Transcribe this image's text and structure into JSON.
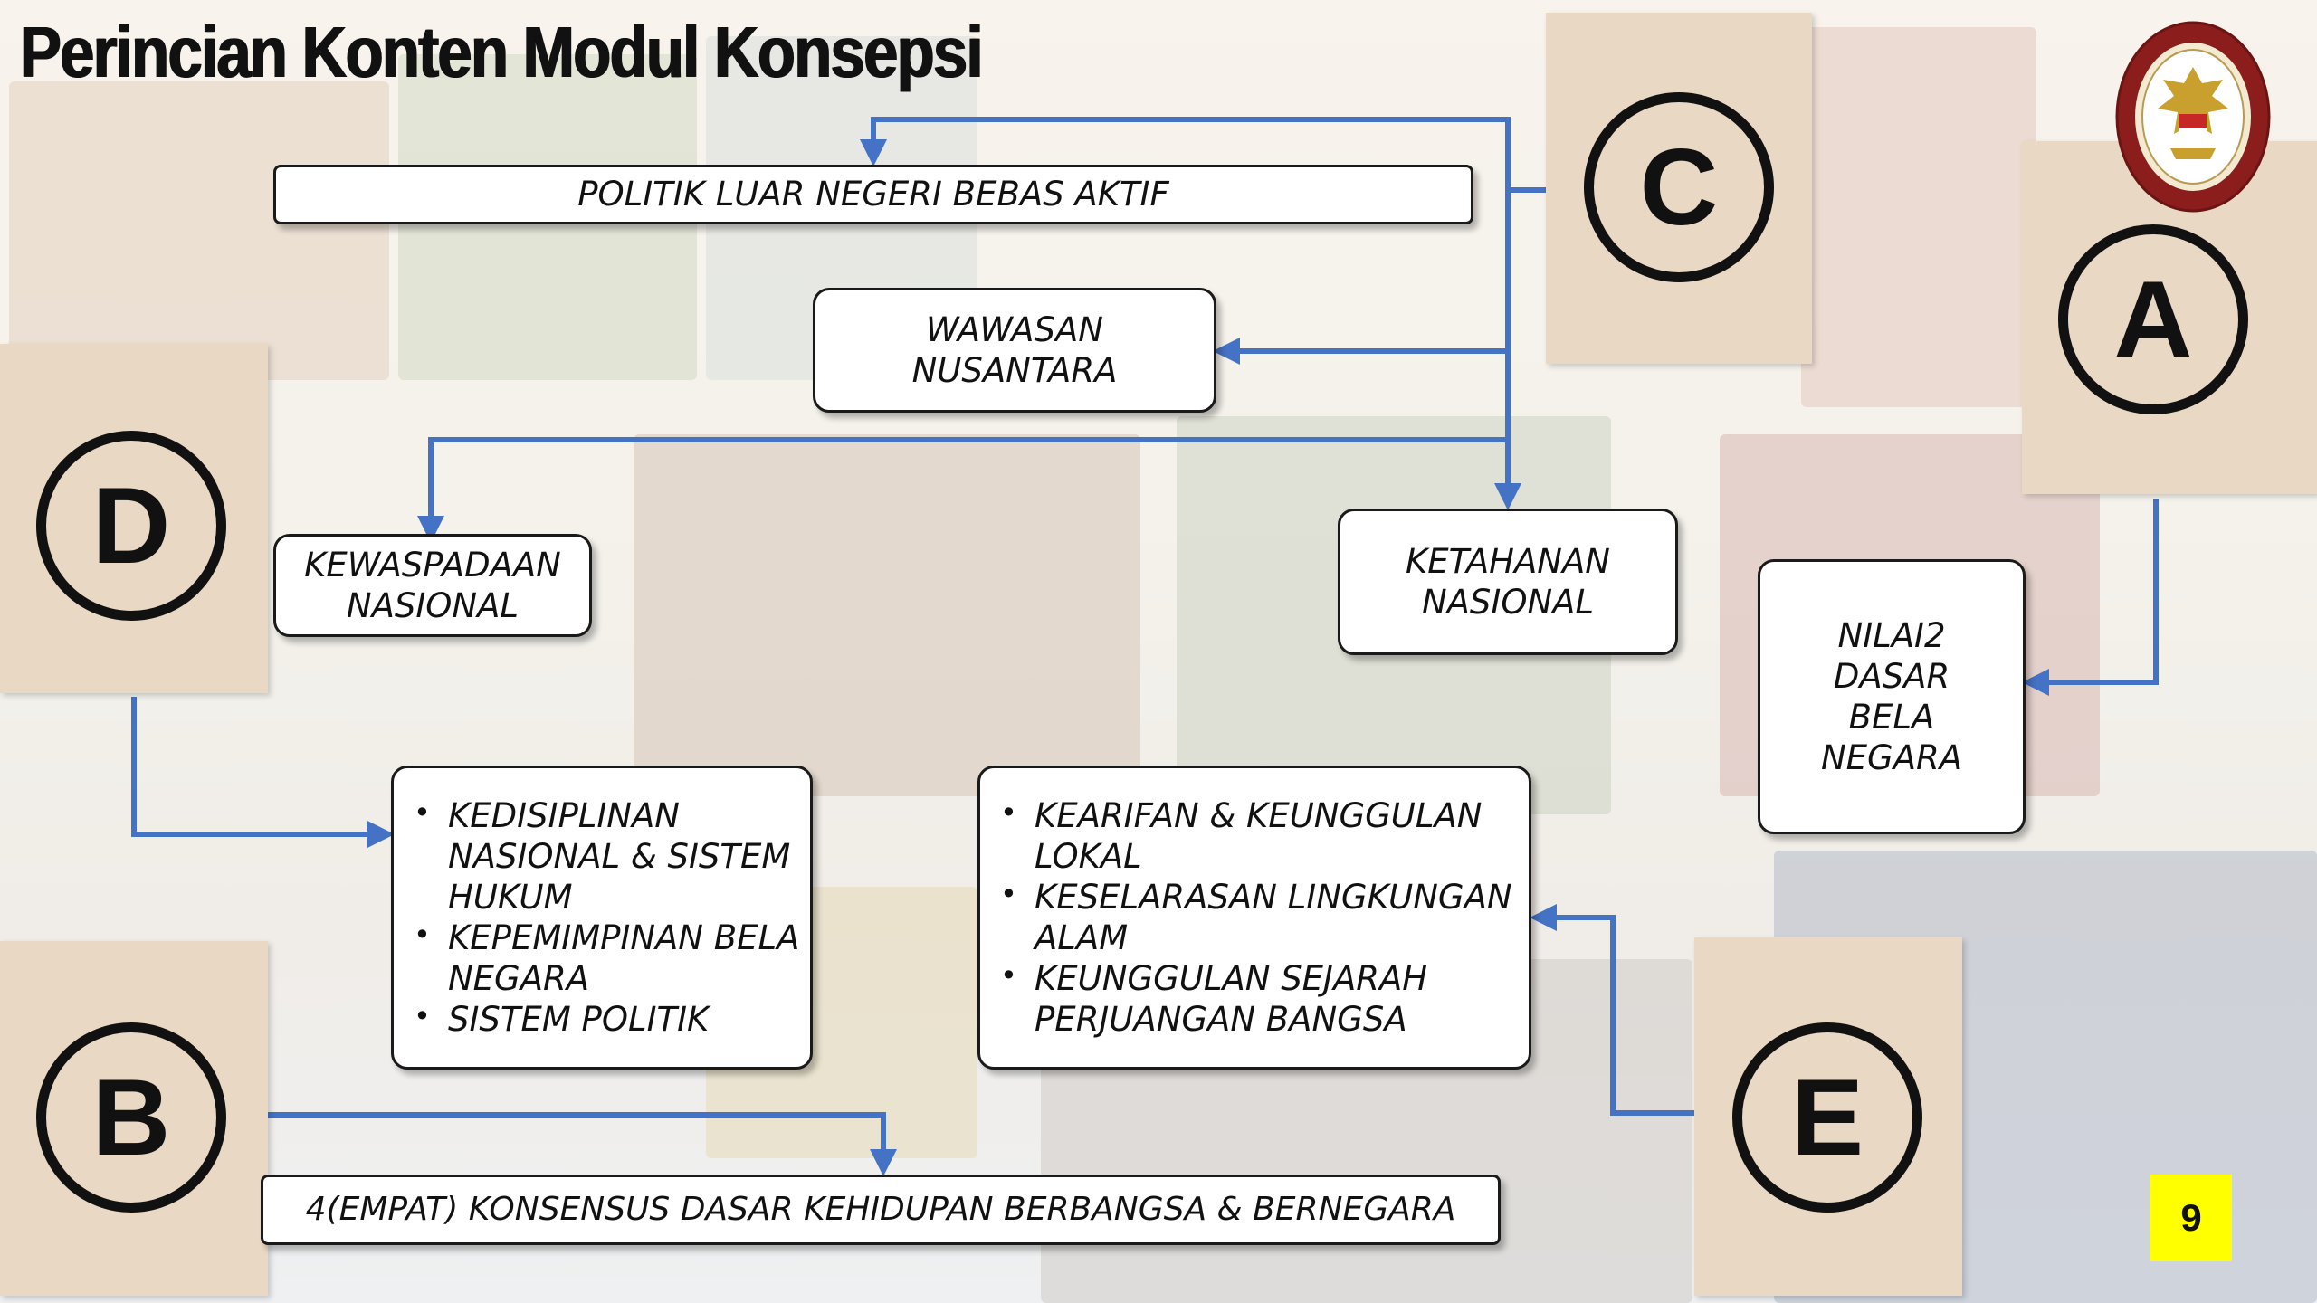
{
  "slide": {
    "title": "Perincian Konten Modul Konsepsi",
    "page_number": "9"
  },
  "labels": {
    "a": "A",
    "b": "B",
    "c": "C",
    "d": "D",
    "e": "E"
  },
  "boxes": {
    "politik_luar_negeri": "POLITIK LUAR NEGERI BEBAS AKTIF",
    "wawasan_nusantara": "WAWASAN\nNUSANTARA",
    "kewaspadaan_nasional": "KEWASPADAAN\nNASIONAL",
    "ketahanan_nasional": "KETAHANAN\nNASIONAL",
    "nilai_dasar_bela_negara": "NILAI2\nDASAR\nBELA\nNEGARA",
    "empat_konsensus": "4(EMPAT) KONSENSUS DASAR KEHIDUPAN BERBANGSA & BERNEGARA"
  },
  "list_d": [
    "KEDISIPLINAN NASIONAL & SISTEM HUKUM",
    "KEPEMIMPINAN BELA NEGARA",
    "SISTEM POLITIK"
  ],
  "list_e": [
    "KEARIFAN & KEUNGGULAN LOKAL",
    "KESELARASAN LINGKUNGAN ALAM",
    "KEUNGGULAN SEJARAH PERJUANGAN BANGSA"
  ],
  "colors": {
    "connector": "#4472c4",
    "card": "#e8d8c4",
    "page_badge": "#ffff00"
  },
  "icons": {
    "logo": "garuda-emblem-icon"
  }
}
